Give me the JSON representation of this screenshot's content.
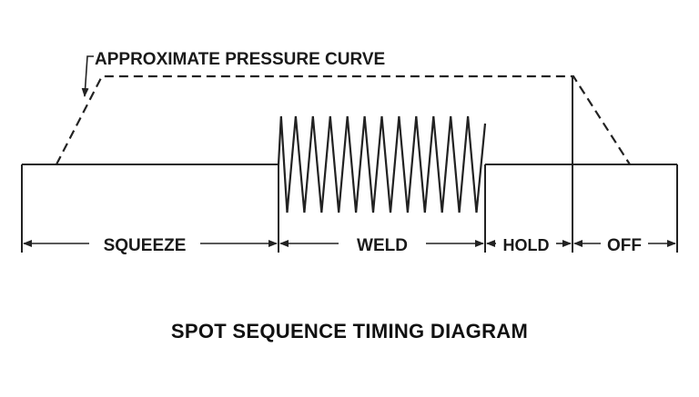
{
  "labels": {
    "pressure_curve": "APPROXIMATE PRESSURE CURVE",
    "squeeze": "SQUEEZE",
    "weld": "WELD",
    "hold": "HOLD",
    "off": "OFF"
  },
  "caption": "SPOT SEQUENCE TIMING DIAGRAM",
  "colors": {
    "ink": "#222222",
    "background": "#ffffff"
  }
}
